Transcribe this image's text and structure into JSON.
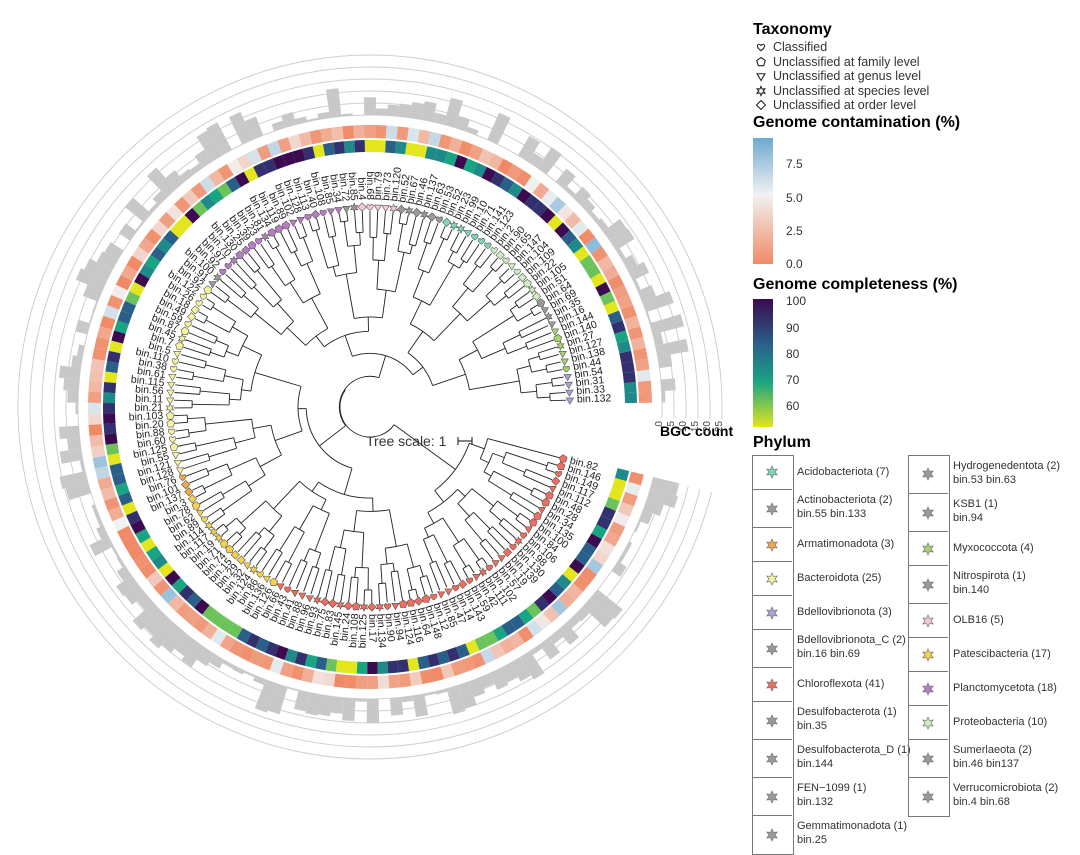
{
  "legend": {
    "taxonomy_title": "Taxonomy",
    "taxonomy_items": [
      {
        "label": "Classified",
        "shape": "heart"
      },
      {
        "label": "Unclassified at family level",
        "shape": "pentagon"
      },
      {
        "label": "Unclassified at genus level",
        "shape": "triangle-down"
      },
      {
        "label": "Unclassified at species level",
        "shape": "star"
      },
      {
        "label": "Unclassified at order level",
        "shape": "diamond"
      }
    ],
    "contamination_title": "Genome contamination (%)",
    "contamination_ticks": [
      "7.5",
      "5.0",
      "2.5",
      "0.0"
    ],
    "contamination_colors": [
      "#6ea9d0",
      "#f2f2f2",
      "#f08a66"
    ],
    "completeness_title": "Genome completeness (%)",
    "completeness_ticks": [
      "100",
      "90",
      "80",
      "70",
      "60"
    ],
    "completeness_colors": [
      "#3b0a4f",
      "#2a5f8a",
      "#1aa582",
      "#e3e51d"
    ],
    "phylum_title": "Phylum",
    "phylum_left": [
      {
        "label": "Acidobacteriota (7)",
        "sub": "",
        "color": "#7fd6bf"
      },
      {
        "label": "Actinobacteriota (2)",
        "sub": "bin.55 bin.133",
        "color": "#9a9a9a"
      },
      {
        "label": "Armatimonadota (3)",
        "sub": "",
        "color": "#f6a64a"
      },
      {
        "label": "Bacteroidota (25)",
        "sub": "",
        "color": "#f6f3a0"
      },
      {
        "label": "Bdellovibrionota (3)",
        "sub": "",
        "color": "#a9a3d6"
      },
      {
        "label": "Bdellovibrionota_C (2)",
        "sub": "bin.16 bin.69",
        "color": "#9a9a9a"
      },
      {
        "label": "Chloroflexota (41)",
        "sub": "",
        "color": "#f06d5f"
      },
      {
        "label": "Desulfobacterota (1)",
        "sub": "bin.35",
        "color": "#9a9a9a"
      },
      {
        "label": "Desulfobacterota_D (1)",
        "sub": "bin.144",
        "color": "#9a9a9a"
      },
      {
        "label": "FEN−1099 (1)",
        "sub": "bin.132",
        "color": "#9a9a9a"
      },
      {
        "label": "Gemmatimonadota (1)",
        "sub": "bin.25",
        "color": "#9a9a9a"
      }
    ],
    "phylum_right": [
      {
        "label": "Hydrogenedentota (2)",
        "sub": "bin.53 bin.63",
        "color": "#9a9a9a"
      },
      {
        "label": "KSB1 (1)",
        "sub": "bin.94",
        "color": "#9a9a9a"
      },
      {
        "label": "Myxococcota (4)",
        "sub": "",
        "color": "#a6d46a"
      },
      {
        "label": "Nitrospirota (1)",
        "sub": "bin.140",
        "color": "#9a9a9a"
      },
      {
        "label": "OLB16 (5)",
        "sub": "",
        "color": "#f7c5d8"
      },
      {
        "label": "Patescibacteria (17)",
        "sub": "",
        "color": "#f8d24a"
      },
      {
        "label": "Planctomycetota (18)",
        "sub": "",
        "color": "#b77cc4"
      },
      {
        "label": "Proteobacteria (10)",
        "sub": "",
        "color": "#cfeec0"
      },
      {
        "label": "Sumerlaeota (2)",
        "sub": "bin.46 bin137",
        "color": "#9a9a9a"
      },
      {
        "label": "Verrucomicrobiota (2)",
        "sub": "bin.4 bin.68",
        "color": "#9a9a9a"
      }
    ]
  },
  "tree": {
    "scale_label": "Tree scale: 1",
    "bgc_title": "BGC count",
    "bgc_ticks": [
      "0",
      "5",
      "10",
      "15",
      "20",
      "25"
    ],
    "leaves": [
      "bin.132",
      "bin.33",
      "bin.31",
      "bin.54",
      "bin.44",
      "bin.138",
      "bin.127",
      "bin.27",
      "bin.140",
      "bin.144",
      "bin.16",
      "bin.35",
      "bin.69",
      "bin.64",
      "bin.51",
      "bin.105",
      "bin.22",
      "bin.109",
      "bin.104",
      "bin.147",
      "bin.65",
      "bin.90",
      "bin.2",
      "bin.123",
      "bin.141",
      "bin.71",
      "bin.10",
      "bin.99",
      "bin.23",
      "bin.52",
      "bin.53",
      "bin.63",
      "bin.137",
      "bin.46",
      "bin.67",
      "bin.52",
      "bin.120",
      "bin.73",
      "bin.79",
      "bin.68",
      "bin.4",
      "bin.85",
      "bin.72",
      "bin.34",
      "bin.85",
      "bin.108",
      "bin.40",
      "bin.113",
      "bin.128",
      "bin.102",
      "bin.89",
      "bin.119",
      "bin.134",
      "bin.81",
      "bin.23",
      "bin.39",
      "bin.25",
      "bin.130",
      "bin.70",
      "bin.97",
      "bin.92",
      "bin.100",
      "bin.91",
      "bin.92",
      "bin.122",
      "bin.26",
      "bin.18",
      "bin.49",
      "bin.59",
      "bin.87",
      "bin.45",
      "bin.7",
      "bin.5",
      "bin.110",
      "bin.38",
      "bin.61",
      "bin.115",
      "bin.56",
      "bin.11",
      "bin.21",
      "bin.103",
      "bin.20",
      "bin.88",
      "bin.60",
      "bin.125",
      "bin.55",
      "bin.121",
      "bin.128",
      "bin.76",
      "bin.101",
      "bin.137",
      "bin.3",
      "bin.78",
      "bin.62",
      "bin.89",
      "bin.114",
      "bin.117",
      "bin.19",
      "bin.71",
      "bin.74",
      "bin.15",
      "bin.29",
      "bin.32",
      "bin.124",
      "bin.86",
      "bin.136",
      "bin.126",
      "bin.66",
      "bin.43",
      "bin.41",
      "bin.88",
      "bin.96",
      "bin.93",
      "bin.75",
      "bin.83",
      "bin.145",
      "bin.24",
      "bin.108",
      "bin.125",
      "bin.17",
      "bin.134",
      "bin.90",
      "bin.94",
      "bin.124",
      "bin.116",
      "bin.64",
      "bin.148",
      "bin.12",
      "bin.85",
      "bin.47",
      "bin.14",
      "bin.143",
      "bin.59",
      "bin.42",
      "bin.111",
      "bin.102",
      "bin.57",
      "bin.19",
      "bin.139",
      "bin.130",
      "bin.98",
      "bin.106",
      "bin.84",
      "bin.100",
      "bin.135",
      "bin.34",
      "bin.28",
      "bin.48",
      "bin.112",
      "bin.117",
      "bin.149",
      "bin.146",
      "bin.82"
    ]
  }
}
